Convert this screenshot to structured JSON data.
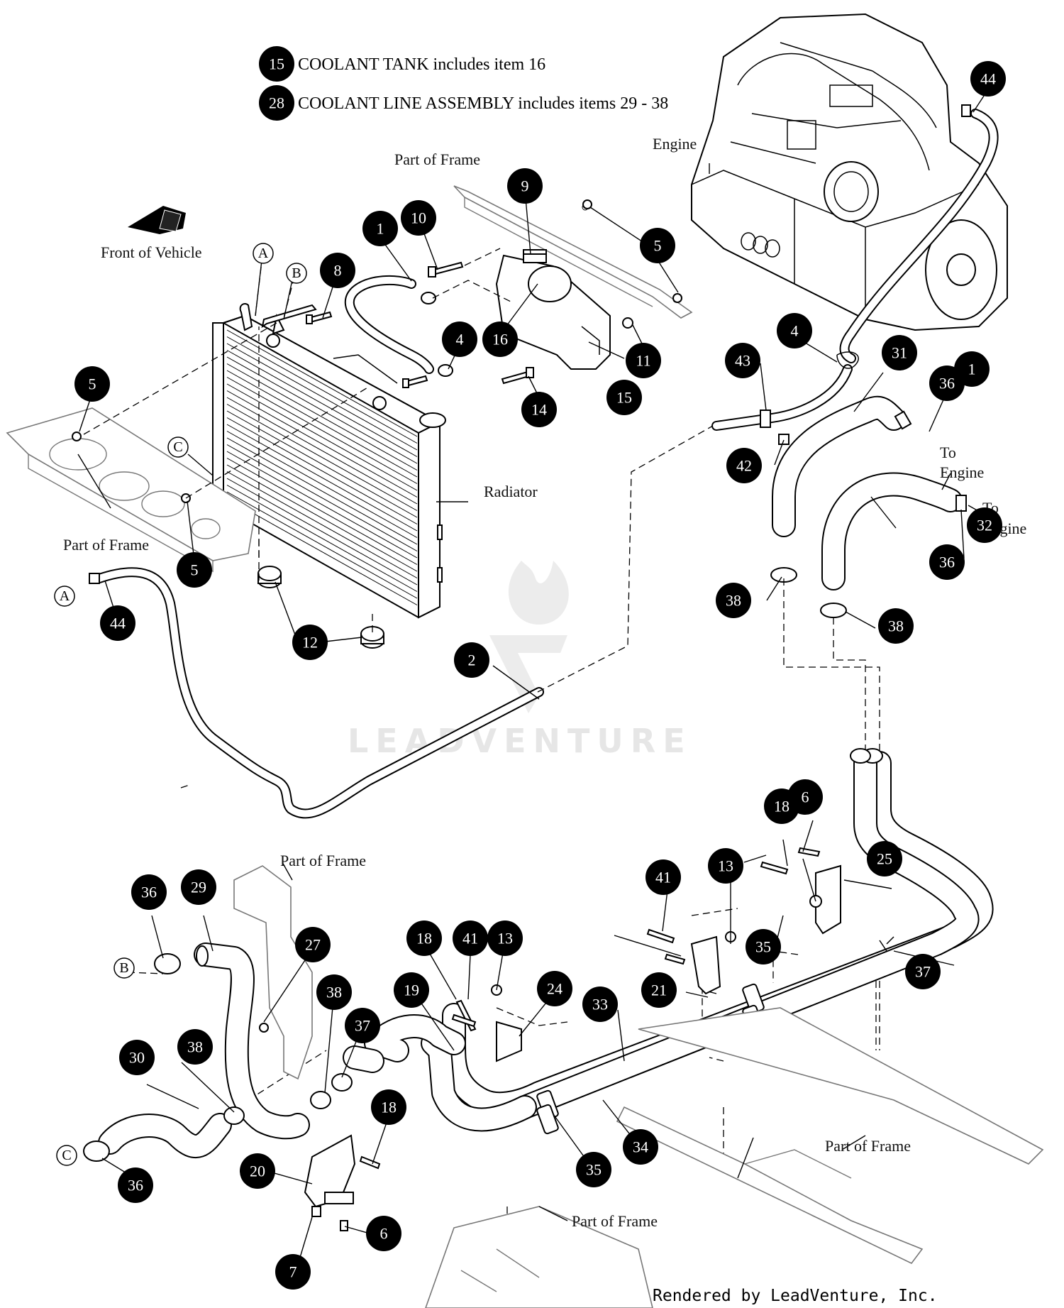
{
  "legend": [
    {
      "num": "15",
      "text": "COOLANT TANK includes item 16"
    },
    {
      "num": "28",
      "text": "COOLANT LINE ASSEMBLY includes items 29 - 38"
    }
  ],
  "labels": {
    "engine": "Engine",
    "front_of_vehicle": "Front of Vehicle",
    "part_of_frame": "Part of Frame",
    "radiator": "Radiator",
    "to": "To",
    "engine_dest": "Engine"
  },
  "letters": [
    "A",
    "B",
    "C"
  ],
  "callouts": [
    "1",
    "2",
    "4",
    "5",
    "6",
    "7",
    "8",
    "9",
    "10",
    "11",
    "12",
    "13",
    "14",
    "15",
    "16",
    "18",
    "19",
    "20",
    "21",
    "24",
    "25",
    "27",
    "29",
    "30",
    "31",
    "32",
    "33",
    "34",
    "35",
    "36",
    "37",
    "38",
    "41",
    "42",
    "43",
    "44"
  ],
  "watermark": "LEADVENTURE",
  "credit": "Rendered by LeadVenture, Inc."
}
